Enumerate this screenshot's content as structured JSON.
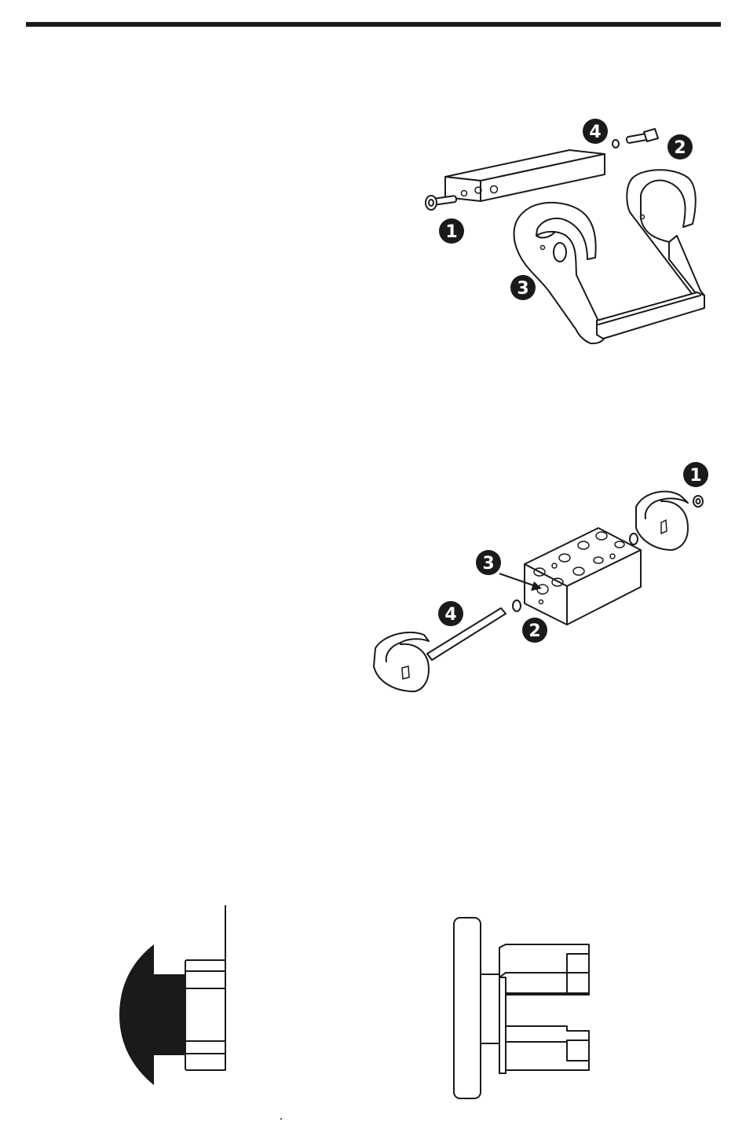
{
  "colors": {
    "ink": "#1a1a1a",
    "paper": "#ffffff"
  },
  "diagram1": {
    "callouts": [
      {
        "id": "1",
        "label": "❶"
      },
      {
        "id": "2",
        "label": "❷"
      },
      {
        "id": "3",
        "label": "❸"
      },
      {
        "id": "4",
        "label": "❹"
      }
    ]
  },
  "diagram2": {
    "callouts": [
      {
        "id": "1",
        "label": "❶"
      },
      {
        "id": "2",
        "label": "❷"
      },
      {
        "id": "3",
        "label": "❸"
      },
      {
        "id": "4",
        "label": "❹"
      }
    ]
  },
  "icons": [
    "screw-icon",
    "washer-icon",
    "pedal-bracket-icon",
    "mounting-block-icon"
  ]
}
